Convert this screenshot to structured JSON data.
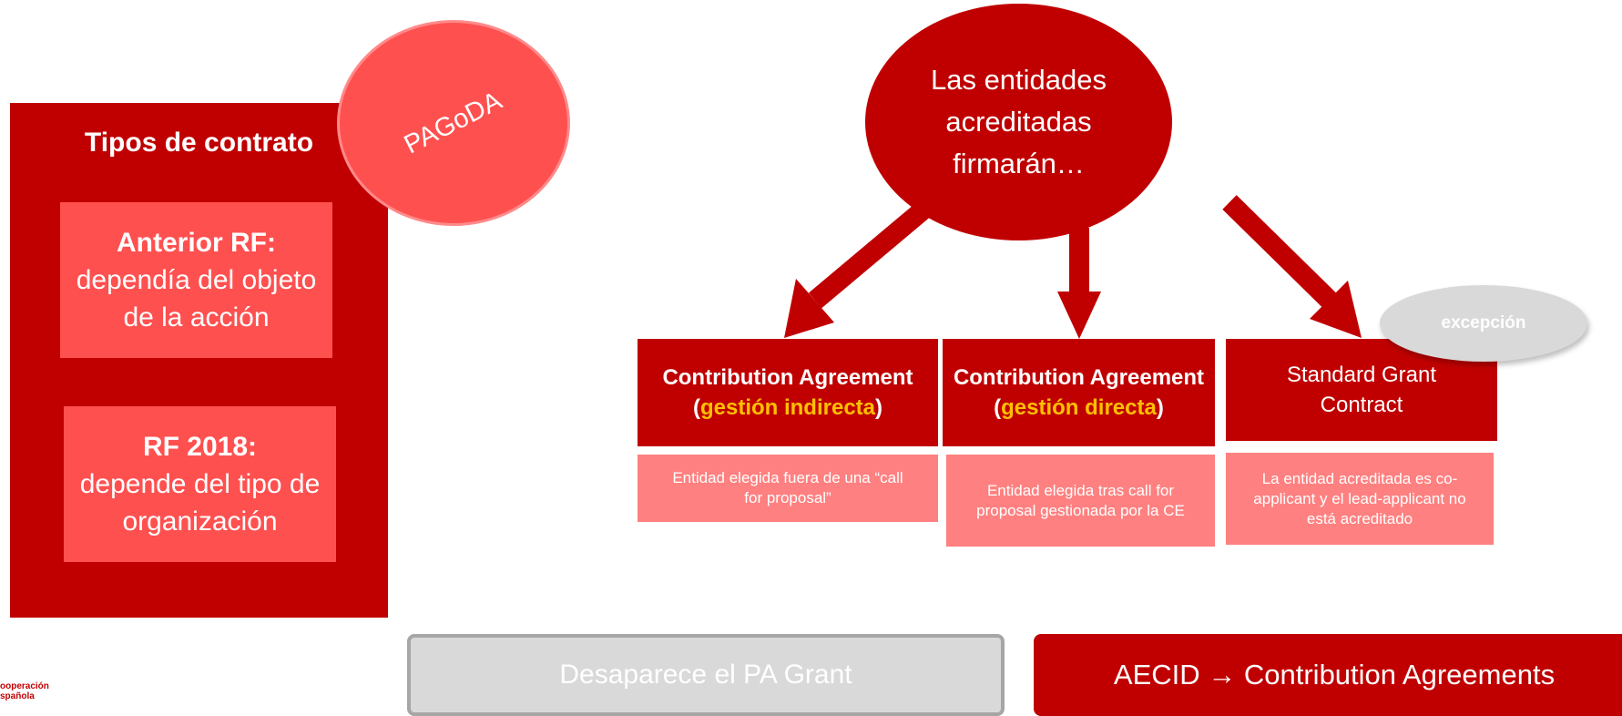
{
  "left": {
    "title": "Tipos de contrato",
    "anterior": {
      "bold": "Anterior RF:",
      "text": "dependía del objeto de la acción"
    },
    "rf2018": {
      "bold": "RF 2018:",
      "text": "depende del tipo de organización"
    }
  },
  "badge": {
    "label": "PAGoDA"
  },
  "ellipse": {
    "text": "Las entidades acreditadas firmarán…"
  },
  "contracts": [
    {
      "title": "Contribution Agreement",
      "open": "(",
      "highlight": "gestión indirecta",
      "close": ")",
      "description": "Entidad elegida fuera de una “call for proposal”"
    },
    {
      "title": "Contribution Agreement",
      "open": "(",
      "highlight": "gestión directa",
      "close": ")",
      "description": "Entidad elegida tras call for proposal gestionada por la CE"
    },
    {
      "title": "Standard Grant Contract",
      "description": "La entidad acreditada es co-applicant y el lead-applicant no está acreditado"
    }
  ],
  "exception": {
    "label": "excepción"
  },
  "bottom": {
    "left_button": "Desaparece el PA Grant",
    "right_button": "AECID → Contribution Agreements"
  },
  "logo": {
    "line1": "ooperación",
    "line2": "spañola"
  },
  "colors": {
    "dark": "#c00000",
    "light": "#ff5050",
    "pale": "#ff8080",
    "highlight": "#ffc000",
    "gray": "#d9d9d9"
  }
}
